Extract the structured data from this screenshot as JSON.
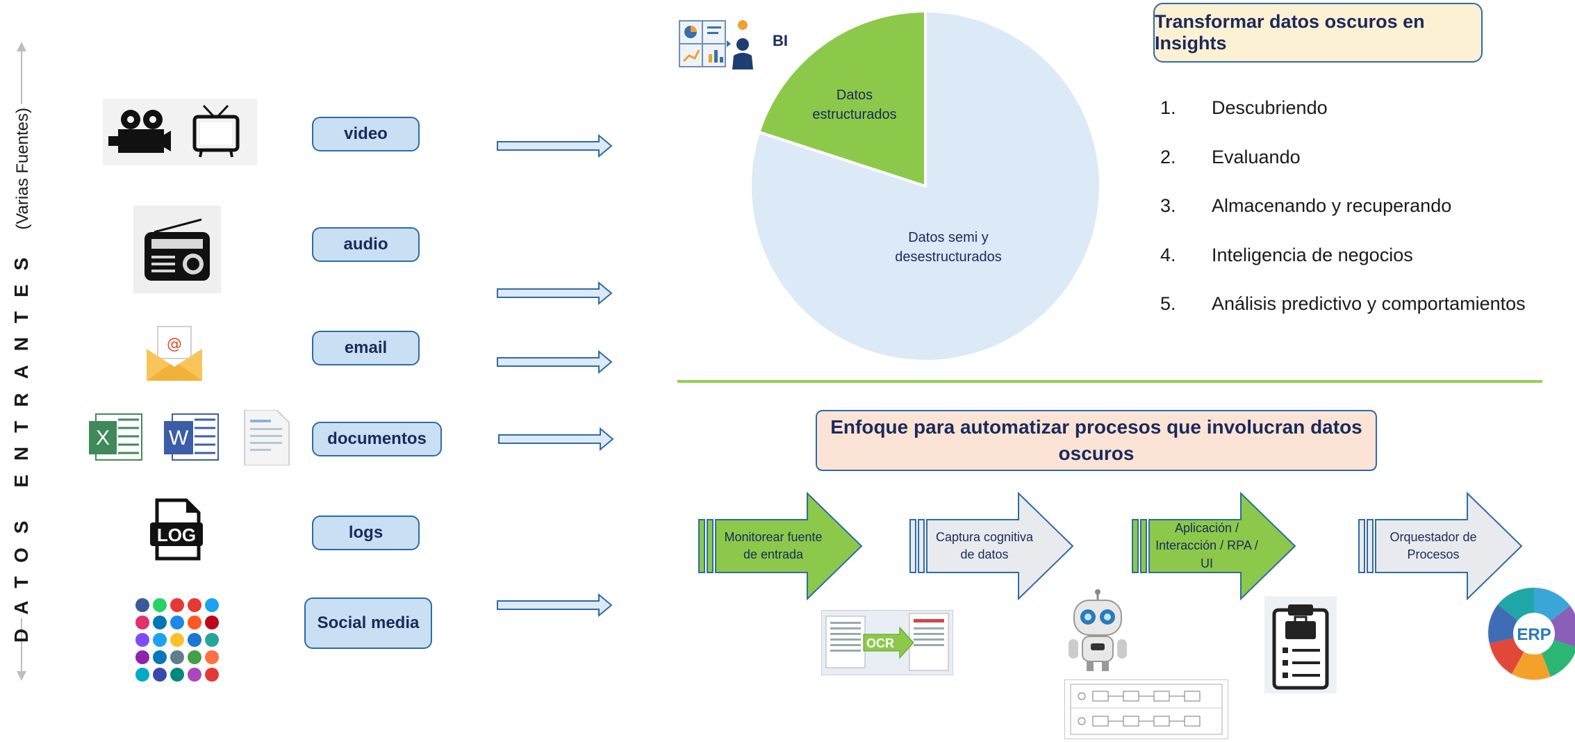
{
  "vertical": {
    "main": "DATOS ENTRANTES",
    "sub": "(Varias Fuentes)"
  },
  "sources": [
    {
      "label": "video",
      "icons": [
        "video-camera-icon",
        "tv-icon"
      ]
    },
    {
      "label": "audio",
      "icons": [
        "radio-icon"
      ]
    },
    {
      "label": "email",
      "icons": [
        "envelope-icon"
      ]
    },
    {
      "label": "documentos",
      "icons": [
        "excel-icon",
        "word-icon",
        "document-icon"
      ]
    },
    {
      "label": "logs",
      "icons": [
        "log-file-icon"
      ]
    },
    {
      "label": "Social media",
      "icons": [
        "social-media-icons"
      ]
    }
  ],
  "pie": {
    "bi_label": "BI",
    "colors": {
      "structured": "#8cc94a",
      "unstructured": "#dce9f6"
    }
  },
  "chart_data": {
    "type": "pie",
    "slices": [
      {
        "label": "Datos estructurados",
        "value": 20,
        "color": "#8cc94a"
      },
      {
        "label": "Datos semi y desestructurados",
        "value": 80,
        "color": "#dce9f6"
      }
    ]
  },
  "insights": {
    "title": "Transformar datos oscuros en Insights",
    "items": [
      {
        "num": "1.",
        "text": "Descubriendo"
      },
      {
        "num": "2.",
        "text": "Evaluando"
      },
      {
        "num": "3.",
        "text": "Almacenando y recuperando"
      },
      {
        "num": "4.",
        "text": "Inteligencia de negocios"
      },
      {
        "num": "5.",
        "text": "Análisis predictivo y comportamientos"
      }
    ]
  },
  "process": {
    "title": "Enfoque para automatizar procesos que involucran datos oscuros",
    "steps": [
      {
        "label": "Monitorear fuente de entrada",
        "color": "#8cc94a"
      },
      {
        "label": "Captura cognitiva de datos",
        "color": "#e8eaed"
      },
      {
        "label": "Aplicación / Interacción / RPA / UI",
        "color": "#8cc94a"
      },
      {
        "label": "Orquestador de Procesos",
        "color": "#e8eaed"
      }
    ],
    "images": {
      "ocr": "OCR",
      "erp": "ERP"
    }
  },
  "colors": {
    "accent_blue": "#2e6aa6",
    "label_fill": "#c9dff3",
    "green": "#8cc94a",
    "divider": "#92d050",
    "insight_box": "#fdf1d3",
    "process_box": "#fbe4d6",
    "navy_text": "#1a2a5c"
  }
}
